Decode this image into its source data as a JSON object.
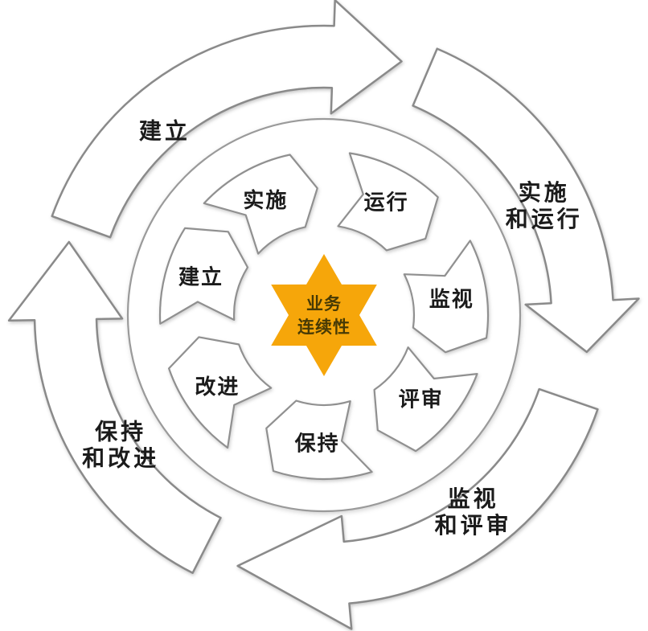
{
  "diagram": {
    "center": {
      "line1": "业务",
      "line2": "连续性"
    },
    "outer_arrows": [
      {
        "id": "establish",
        "lines": [
          "建立"
        ]
      },
      {
        "id": "implement-operate",
        "lines": [
          "实施",
          "和运行"
        ]
      },
      {
        "id": "monitor-review",
        "lines": [
          "监视",
          "和评审"
        ]
      },
      {
        "id": "maintain-improve",
        "lines": [
          "保持",
          "和改进"
        ]
      }
    ],
    "inner_segments": [
      {
        "id": "establish",
        "label": "建立"
      },
      {
        "id": "implement",
        "label": "实施"
      },
      {
        "id": "operate",
        "label": "运行"
      },
      {
        "id": "monitor",
        "label": "监视"
      },
      {
        "id": "review",
        "label": "评审"
      },
      {
        "id": "maintain",
        "label": "保持"
      },
      {
        "id": "improve",
        "label": "改进"
      }
    ],
    "colors": {
      "star": "#F6A60A",
      "outline": "#8a8a8a",
      "label_text": "#1b1b1b",
      "star_text": "#473a05",
      "background": "#ffffff"
    }
  }
}
